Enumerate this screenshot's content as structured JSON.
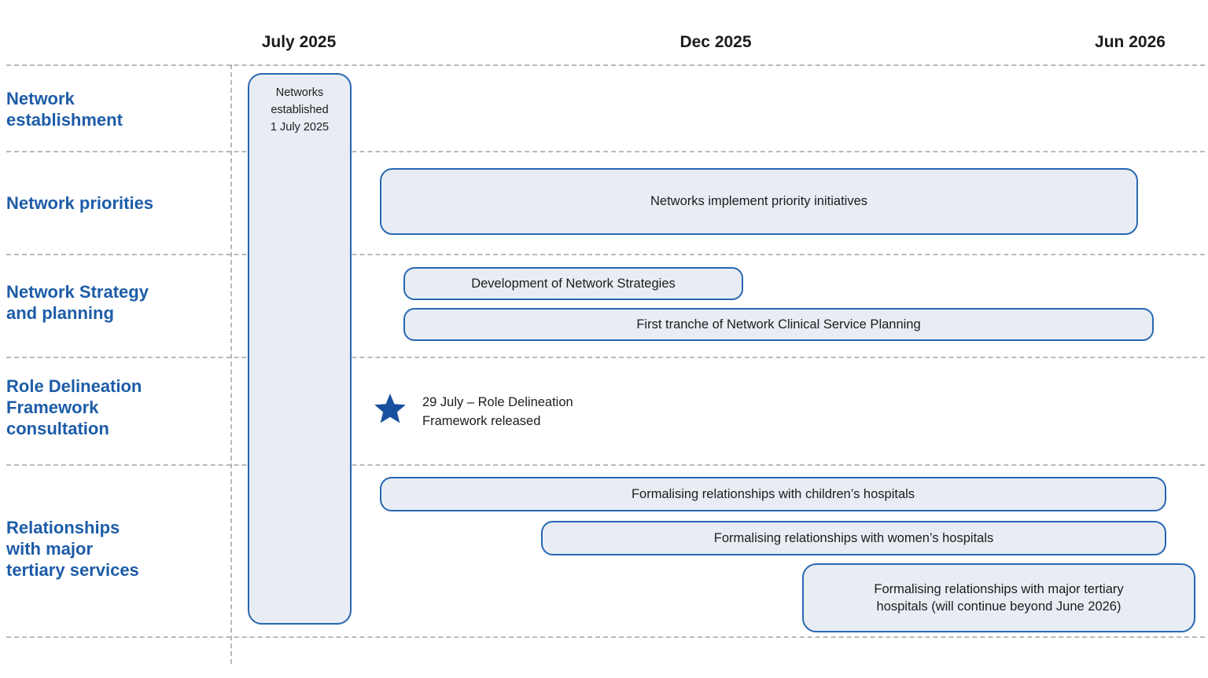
{
  "axis": {
    "labels": [
      "July 2025",
      "Dec 2025",
      "Jun 2026"
    ]
  },
  "rows": [
    {
      "label": "Network\nestablishment"
    },
    {
      "label": "Network priorities"
    },
    {
      "label": "Network Strategy\nand planning"
    },
    {
      "label": "Role Delineation\nFramework\nconsultation"
    },
    {
      "label": "Relationships\nwith major\ntertiary services"
    }
  ],
  "bars": {
    "networks_established": "Networks\nestablished\n1 July 2025",
    "implement_priorities": "Networks implement priority initiatives",
    "development_strategies": "Development of Network Strategies",
    "first_tranche": "First tranche of Network Clinical Service Planning",
    "children_hospitals": "Formalising relationships with children’s hospitals",
    "women_hospitals": "Formalising relationships with women’s hospitals",
    "tertiary_hospitals": "Formalising relationships with major tertiary\nhospitals (will continue beyond June 2026)"
  },
  "milestone": {
    "icon": "star-icon",
    "text": "29 July – Role Delineation\nFramework released"
  },
  "colors": {
    "row_label": "#1d5ca8",
    "bar_fill": "#e8edf4",
    "bar_border": "#2767b2",
    "star": "#17509e",
    "grid": "#b9b9b9",
    "text": "#1c1c1c",
    "bg": "#ffffff"
  }
}
